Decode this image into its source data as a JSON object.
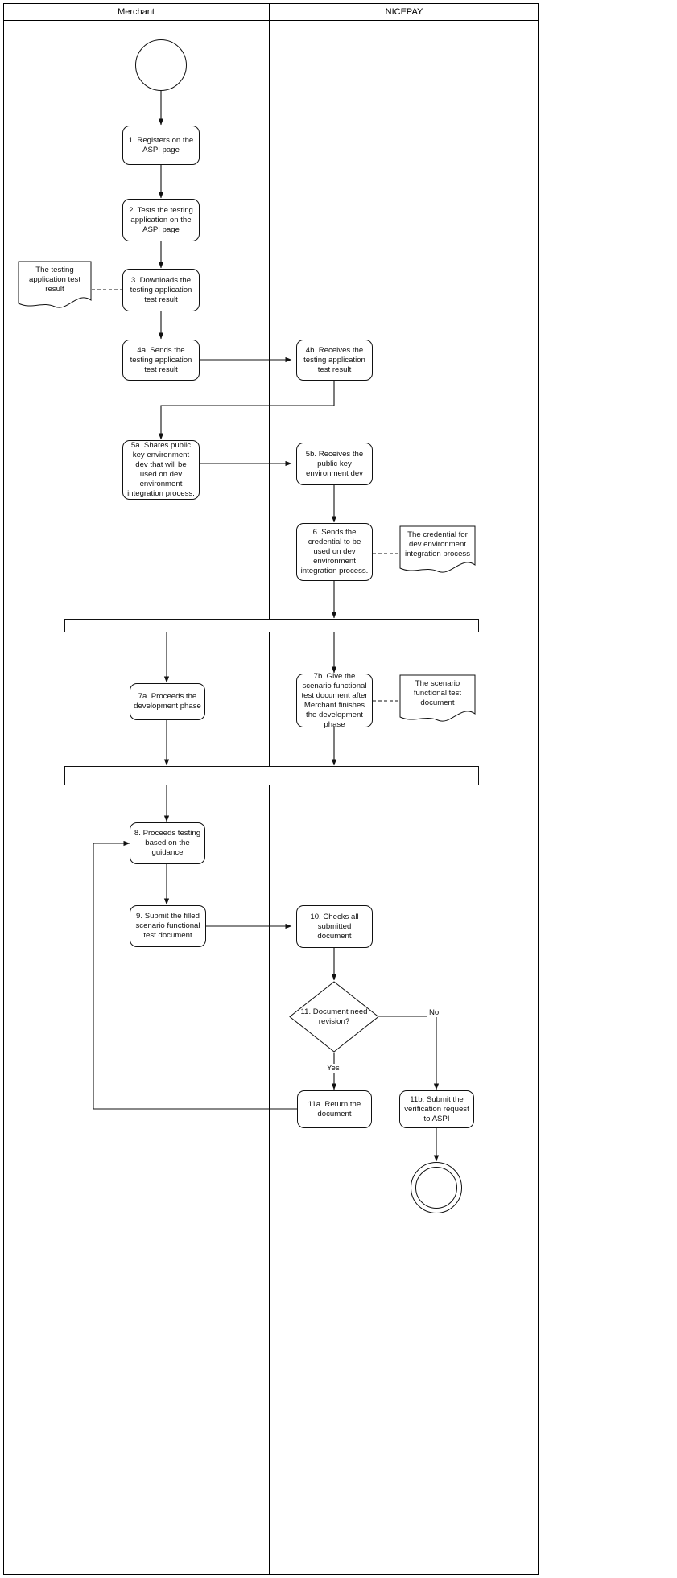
{
  "diagram": {
    "type": "swimlane-flowchart",
    "lanes": [
      {
        "id": "merchant",
        "title": "Merchant"
      },
      {
        "id": "nicepay",
        "title": "NICEPAY"
      }
    ],
    "start_node": {
      "name": "start-event",
      "label": ""
    },
    "end_node": {
      "name": "end-event",
      "label": ""
    },
    "nodes": [
      {
        "id": "n1",
        "lane": "merchant",
        "shape": "process",
        "label": "1. Registers on the ASPI page"
      },
      {
        "id": "n2",
        "lane": "merchant",
        "shape": "process",
        "label": "2. Tests the testing application on the ASPI page"
      },
      {
        "id": "n3",
        "lane": "merchant",
        "shape": "process",
        "label": "3. Downloads the testing application test result"
      },
      {
        "id": "d1",
        "lane": "merchant",
        "shape": "document",
        "label": "The testing application test result"
      },
      {
        "id": "n4a",
        "lane": "merchant",
        "shape": "process",
        "label": "4a. Sends the testing application test result"
      },
      {
        "id": "n4b",
        "lane": "nicepay",
        "shape": "process",
        "label": "4b. Receives the testing application test result"
      },
      {
        "id": "n5a",
        "lane": "merchant",
        "shape": "process",
        "label": "5a. Shares public key environment dev that will be used on dev environment integration process."
      },
      {
        "id": "n5b",
        "lane": "nicepay",
        "shape": "process",
        "label": "5b. Receives the public key environment dev"
      },
      {
        "id": "n6",
        "lane": "nicepay",
        "shape": "process",
        "label": "6. Sends the credential to be used on dev environment integration process."
      },
      {
        "id": "d2",
        "lane": "nicepay",
        "shape": "document",
        "label": "The credential for dev environment integration process"
      },
      {
        "id": "bar1",
        "lane": "both",
        "shape": "sync-bar",
        "label": ""
      },
      {
        "id": "n7a",
        "lane": "merchant",
        "shape": "process",
        "label": "7a. Proceeds the development phase"
      },
      {
        "id": "n7b",
        "lane": "nicepay",
        "shape": "process",
        "label": "7b. Give the scenario functional test document after Merchant finishes the development phase"
      },
      {
        "id": "d3",
        "lane": "nicepay",
        "shape": "document",
        "label": "The scenario functional test document"
      },
      {
        "id": "bar2",
        "lane": "both",
        "shape": "sync-bar",
        "label": ""
      },
      {
        "id": "n8",
        "lane": "merchant",
        "shape": "process",
        "label": "8. Proceeds testing based on the guidance"
      },
      {
        "id": "n9",
        "lane": "merchant",
        "shape": "process",
        "label": "9. Submit the filled scenario functional test document"
      },
      {
        "id": "n10",
        "lane": "nicepay",
        "shape": "process",
        "label": "10. Checks all submitted document"
      },
      {
        "id": "n11",
        "lane": "nicepay",
        "shape": "decision",
        "label": "11. Document need revision?"
      },
      {
        "id": "n11a",
        "lane": "nicepay",
        "shape": "process",
        "label": "11a. Return the document"
      },
      {
        "id": "n11b",
        "lane": "nicepay",
        "shape": "process",
        "label": "11b. Submit the verification request to ASPI"
      }
    ],
    "edge_labels": {
      "decision_yes": "Yes",
      "decision_no": "No"
    },
    "colors": {
      "stroke": "#111111",
      "background": "#ffffff",
      "lane_border": "#000000"
    }
  }
}
